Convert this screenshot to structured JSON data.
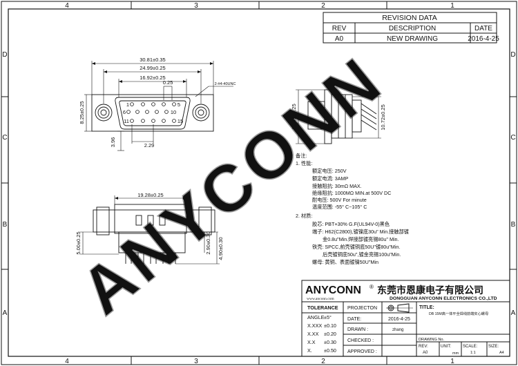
{
  "border": {
    "top_labels": [
      "4",
      "3",
      "2",
      "1"
    ],
    "bottom_labels": [
      "4",
      "3",
      "2",
      "1"
    ],
    "side_labels": [
      "D",
      "C",
      "B",
      "A"
    ]
  },
  "revision": {
    "title": "REVISION DATA",
    "headers": [
      "REV",
      "DESCRIPTION",
      "DATE"
    ],
    "row": [
      "A0",
      "NEW DRAWING",
      "2016-4-25"
    ]
  },
  "watermark": "ANYCONN",
  "front_view": {
    "dims": {
      "overall": "30.81±0.35",
      "shell": "24.99±0.25",
      "pin_span": "16.92±0.25",
      "pitch_small": "0.25",
      "height": "8.25±0.25",
      "screw": "2-#4-40UNC",
      "row_offset": "2.29",
      "pin_offset": "3.96"
    },
    "pin_labels": [
      "1",
      "5",
      "6",
      "10",
      "11",
      "15"
    ]
  },
  "side_view": {
    "dims": {
      "height": "12.55±0.25",
      "depth": "10.72±0.25"
    }
  },
  "bottom_view": {
    "dims": {
      "width": "19.28±0.25",
      "side_h": "5.00±0.25",
      "tail_h": "2.90±0.30",
      "total_h": "4.90±0.30"
    }
  },
  "notes": {
    "header": "备注:",
    "performance_title": "1. 性能:",
    "performance": [
      "额定电压: 250V",
      "额定电流: 3AMP",
      "接触阻抗: 30mΩ  MAX.",
      "绝缘阻抗: 1000MΩ  MIN.at 500V DC",
      "耐电压: 500V For minute",
      "温度范围: -55° C~105° C"
    ],
    "material_title": "2. 材质:",
    "material": [
      "胶芯: PBT+30% G.F(UL94V-0)黑色",
      "端子: H62(C2800),镀镍底30u\" Min.接触部镀",
      "金0.8u\"Min.焊接部镀亮锡80u\" Min.",
      "铁壳: SPCC,前壳镀铜底50U\"镀80u\"Min.",
      "后壳镀铜底50u\",镀金亮锡100u\"Min.",
      "螺母: 黄铜、表面镀镍50U\"Min"
    ]
  },
  "company": {
    "brand": "ANYCONN",
    "registered": "®",
    "name_cn": "东莞市恩康电子有限公司",
    "website": "www.anconn.com",
    "name_en": "DONGGUAN  ANYCONN  ELECTRONICS CO.,LTD"
  },
  "tolerance": {
    "title": "TOLERANCE",
    "rows": [
      {
        "label": "ANGLE",
        "value": "±5°"
      },
      {
        "label": "X.XXX",
        "value": "±0.10"
      },
      {
        "label": "X.XX",
        "value": "±0.20"
      },
      {
        "label": "X.X",
        "value": "±0.30"
      },
      {
        "label": "X.",
        "value": "±0.50"
      }
    ]
  },
  "title_block": {
    "projection_label": "PROJECTON",
    "date_label": "DATE:",
    "date_value": "2016-4-25",
    "drawn_label": "DRAWN :",
    "drawn_value": "zhang",
    "checked_label": "CHECKED :",
    "approved_label": "APPROVED :",
    "title_label": "TITLE:",
    "title_value": "DB 15M高一体平全焊线前端实心螺母",
    "drawing_no_label": "DRAWING No.",
    "rev_label": "REV:",
    "rev_value": "A0",
    "unit_label": "UNIT:",
    "unit_value": "mm",
    "scale_label": "SCALE:",
    "scale_value": "1:1",
    "size_label": "SIZE:",
    "size_value": "A4"
  }
}
